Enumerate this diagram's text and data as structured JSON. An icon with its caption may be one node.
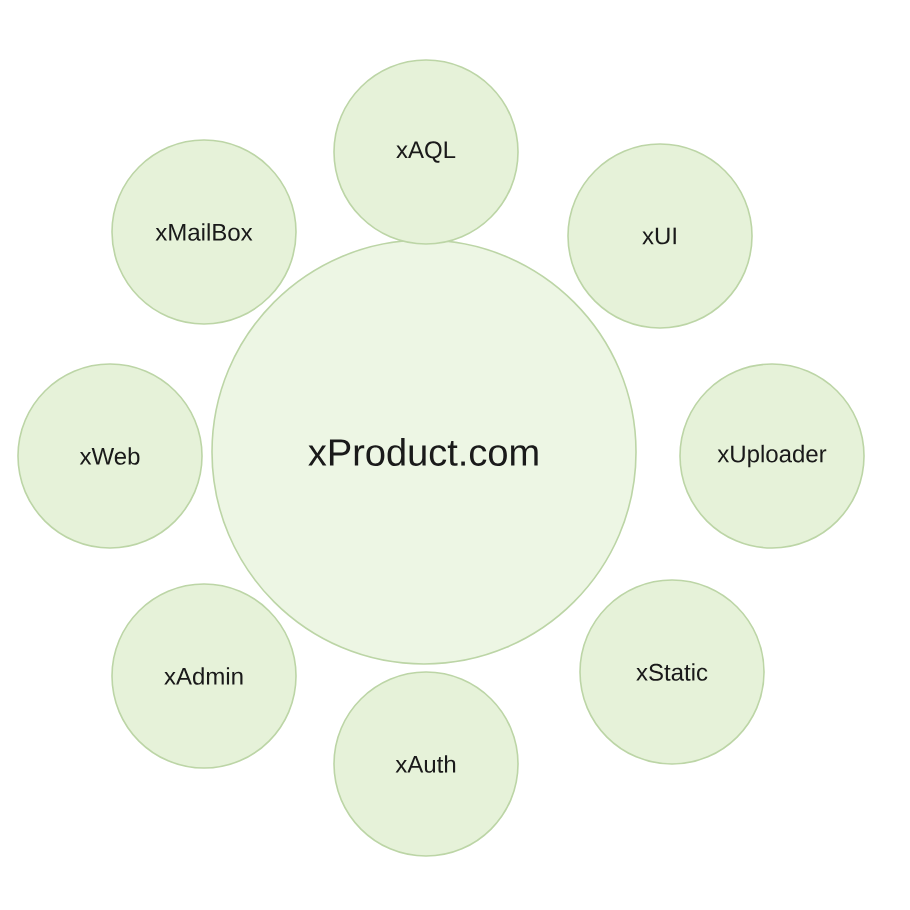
{
  "diagram": {
    "nodes": [
      {
        "text": [
          "xProduct.com"
        ]
      },
      {
        "text": [
          "xAQL"
        ]
      },
      {
        "text": [
          "xUI"
        ]
      },
      {
        "text": [
          "xUploader"
        ]
      },
      {
        "text": [
          "xStatic"
        ]
      },
      {
        "text": [
          "xAuth"
        ]
      },
      {
        "text": [
          "xAdmin"
        ]
      },
      {
        "text": [
          "xWeb"
        ]
      },
      {
        "text": [
          "xMailBox"
        ]
      }
    ]
  }
}
